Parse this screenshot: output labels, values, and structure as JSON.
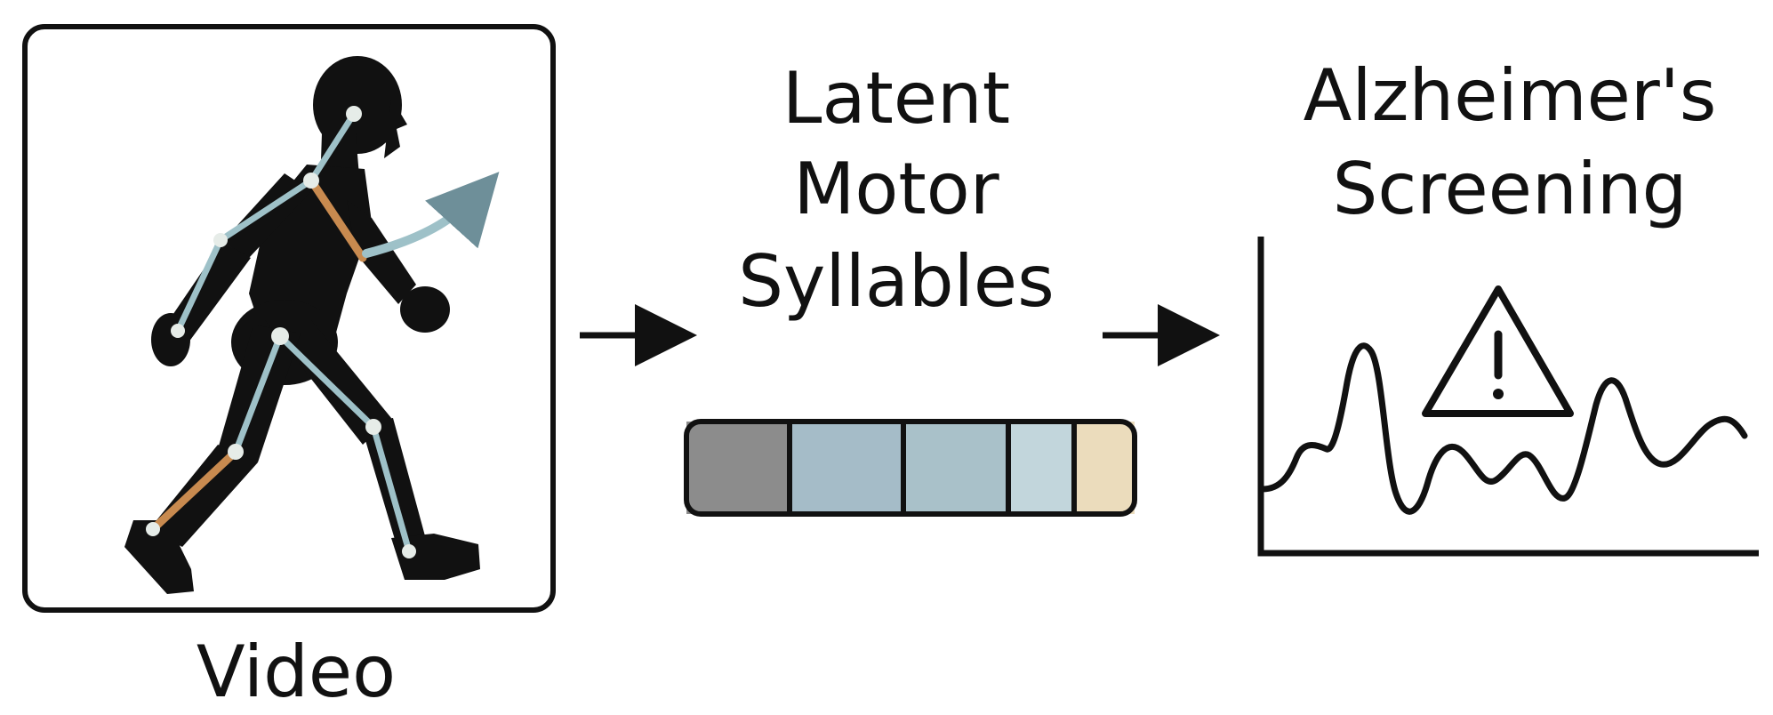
{
  "stages": {
    "video": {
      "label": "Video"
    },
    "latent": {
      "label_lines": [
        "Latent",
        "Motor",
        "Syllables"
      ]
    },
    "screening": {
      "label_lines": [
        "Alzheimer's",
        "Screening"
      ]
    }
  },
  "colors": {
    "ink": "#111111",
    "skeleton": "#9ec1c8",
    "limb_highlight": "#c88a4f",
    "motion_arrow": "#7fa4ad",
    "syllable_segments": [
      "#8c8c8c",
      "#a5bcc8",
      "#a9c1c9",
      "#c2d6dc",
      "#ebdcbc"
    ]
  },
  "icons": [
    "walking-person-icon",
    "pose-skeleton-icon",
    "motion-arrow-icon",
    "warning-triangle-icon"
  ]
}
